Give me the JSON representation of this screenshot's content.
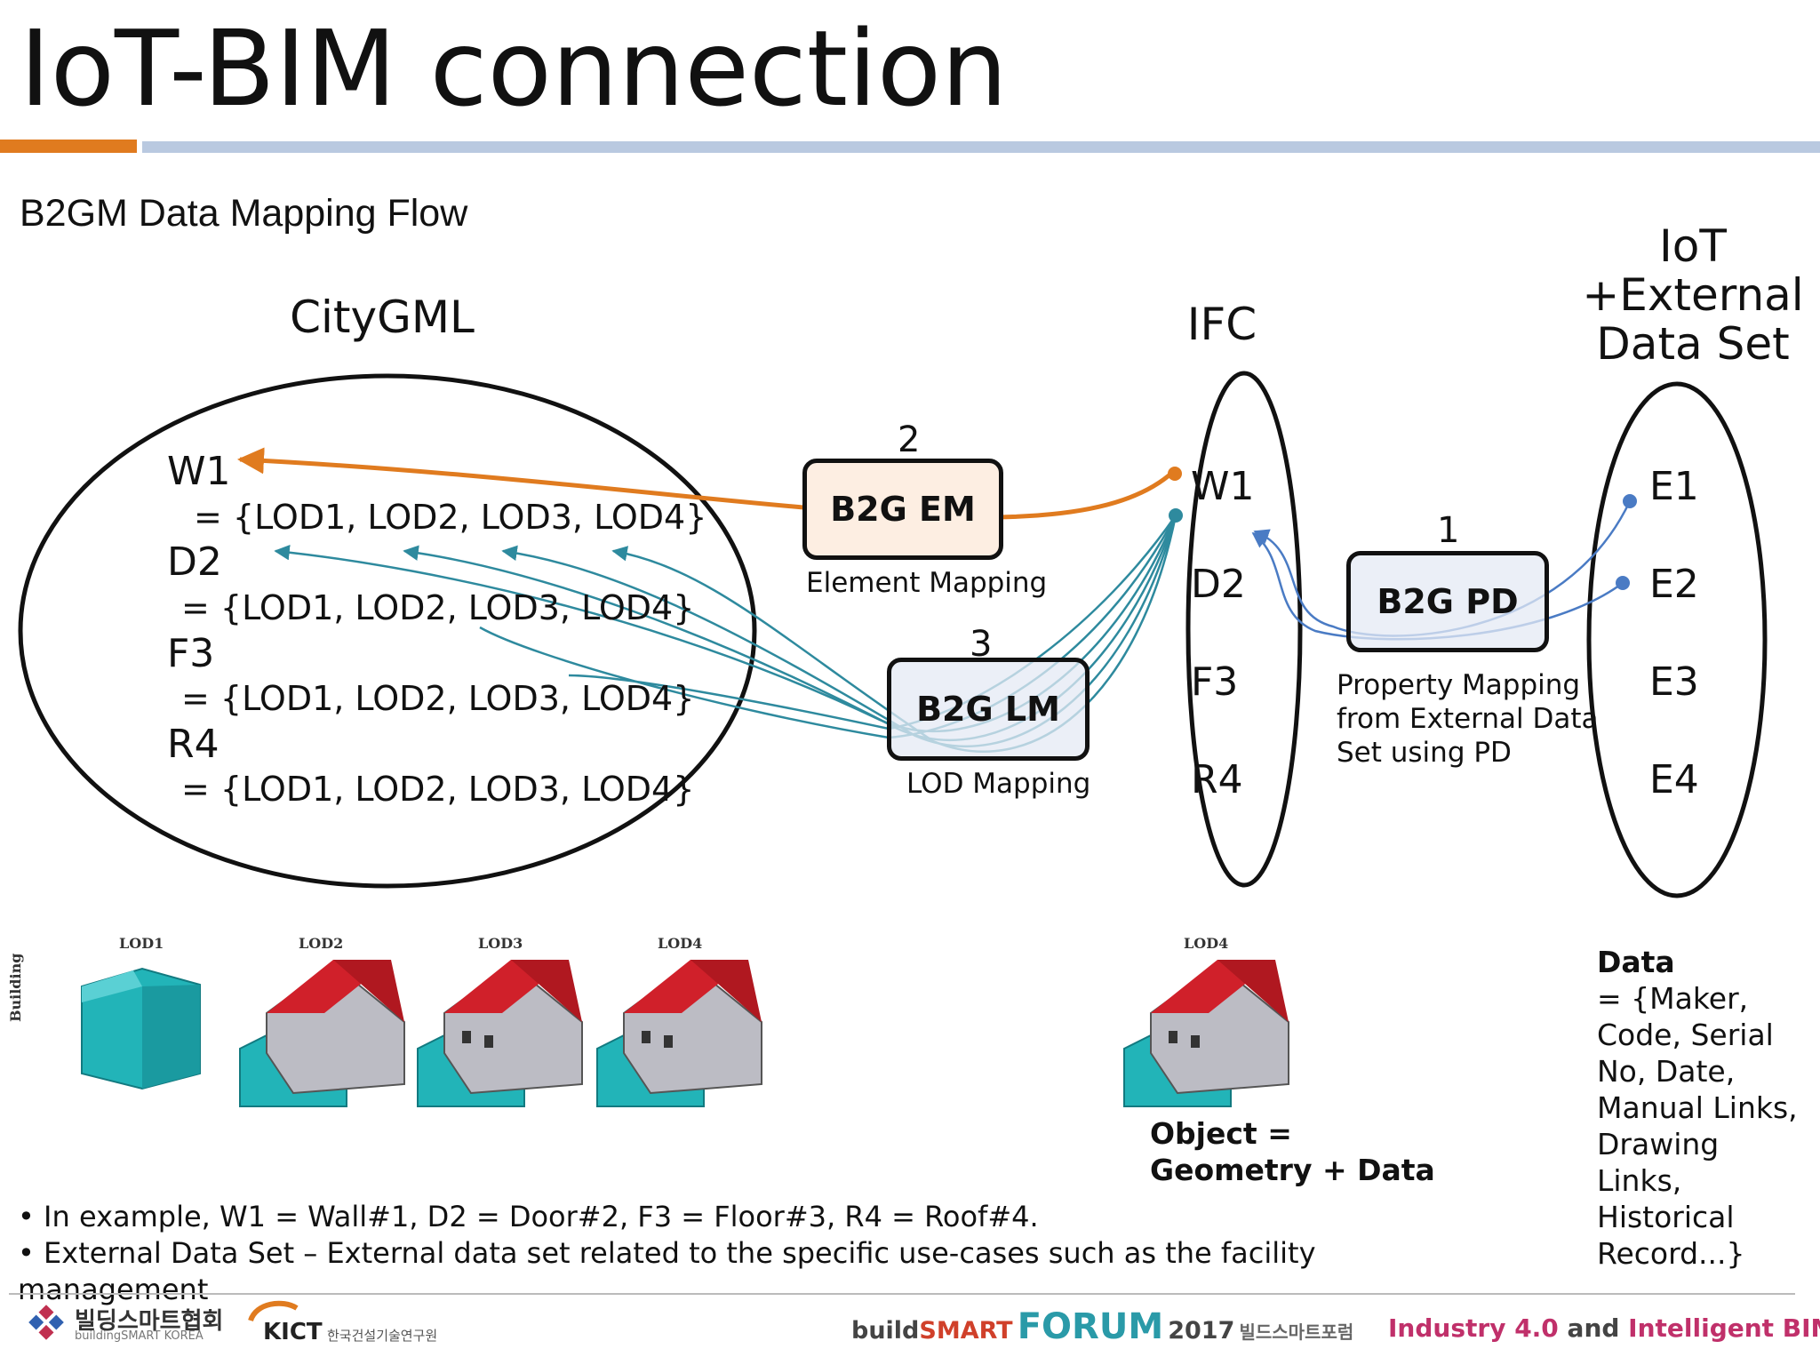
{
  "slide": {
    "title": "IoT-BIM connection",
    "subtitle": "B2GM Data Mapping Flow"
  },
  "columns": {
    "citygml": "CityGML",
    "ifc": "IFC",
    "iot_lines": [
      "IoT",
      "+External",
      "Data Set"
    ]
  },
  "citygml_items": [
    {
      "name": "W1",
      "lods": "= {LOD1, LOD2, LOD3, LOD4}"
    },
    {
      "name": "D2",
      "lods": "= {LOD1, LOD2, LOD3, LOD4}"
    },
    {
      "name": "F3",
      "lods": "= {LOD1, LOD2, LOD3, LOD4}"
    },
    {
      "name": "R4",
      "lods": "= {LOD1, LOD2, LOD3, LOD4}"
    }
  ],
  "ifc_items": [
    "W1",
    "D2",
    "F3",
    "R4"
  ],
  "iot_items": [
    "E1",
    "E2",
    "E3",
    "E4"
  ],
  "mappings": {
    "em": {
      "step": "2",
      "label": "B2G EM",
      "caption": "Element Mapping"
    },
    "lm": {
      "step": "3",
      "label": "B2G LM",
      "caption": "LOD Mapping"
    },
    "pd": {
      "step": "1",
      "label": "B2G PD",
      "caption_lines": [
        "Property Mapping",
        "from External Data",
        "Set using PD"
      ]
    }
  },
  "thumbnails": {
    "labels": [
      "LOD1",
      "LOD2",
      "LOD3",
      "LOD4"
    ],
    "side_label": "Building",
    "ifc_label": "LOD4"
  },
  "object_caption": [
    "Object =",
    "Geometry + Data"
  ],
  "data_caption": {
    "heading": "Data",
    "lines": [
      "= {Maker,",
      "Code, Serial",
      "No, Date,",
      "Manual Links,",
      "Drawing",
      "Links,",
      "Historical",
      "Record...}"
    ]
  },
  "bullets": [
    "• In example, W1 = Wall#1, D2 = Door#2, F3 = Floor#3, R4 = Roof#4.",
    "• External Data Set – External data set related to the specific use-cases such as the facility",
    "management"
  ],
  "footer": {
    "left_org": "빌딩스마트협회",
    "left_org_sub": "buildingSMART KOREA",
    "kict": "KICT",
    "kict_sub": "한국건설기술연구원",
    "forum_build": "build",
    "forum_smart": "SMART",
    "forum_word": "FORUM",
    "forum_year": "2017",
    "forum_kr": "빌드스마트포럼",
    "tagline_a": "Industry 4.0",
    "tagline_b": "and",
    "tagline_c": "Intelligent BIM"
  },
  "colors": {
    "orange": "#e07b1f",
    "teal": "#2e8a9e",
    "blue": "#4a7bc4",
    "em_fill": "#fdeee2",
    "lm_fill": "#e4eaf4",
    "pd_fill": "#e4eaf4",
    "roof": "#d0202a",
    "base": "#22b4b8"
  }
}
